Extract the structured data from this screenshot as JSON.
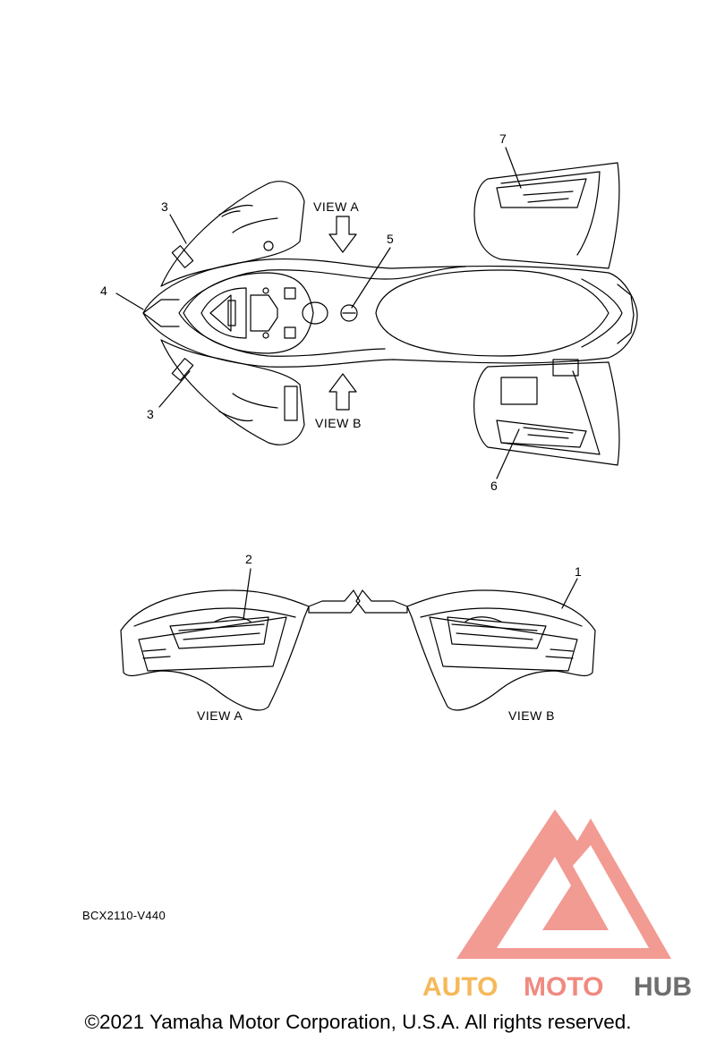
{
  "callouts": {
    "c1": "1",
    "c2": "2",
    "c3_top": "3",
    "c3_bottom": "3",
    "c4": "4",
    "c5": "5",
    "c6": "6",
    "c7": "7"
  },
  "views": {
    "view_a_top": "VIEW A",
    "view_b_top": "VIEW B",
    "view_a_bottom": "VIEW A",
    "view_b_bottom": "VIEW B"
  },
  "ref_code": "BCX2110-V440",
  "watermark": {
    "auto": "AUTO",
    "moto": "MOTO",
    "hub": "HUB",
    "colors": {
      "triangle": "#f08a80",
      "auto": "#f5b95a",
      "moto": "#f08a80",
      "hub": "#6e6e6e"
    }
  },
  "copyright": "©2021 Yamaha Motor Corporation, U.S.A. All rights reserved."
}
